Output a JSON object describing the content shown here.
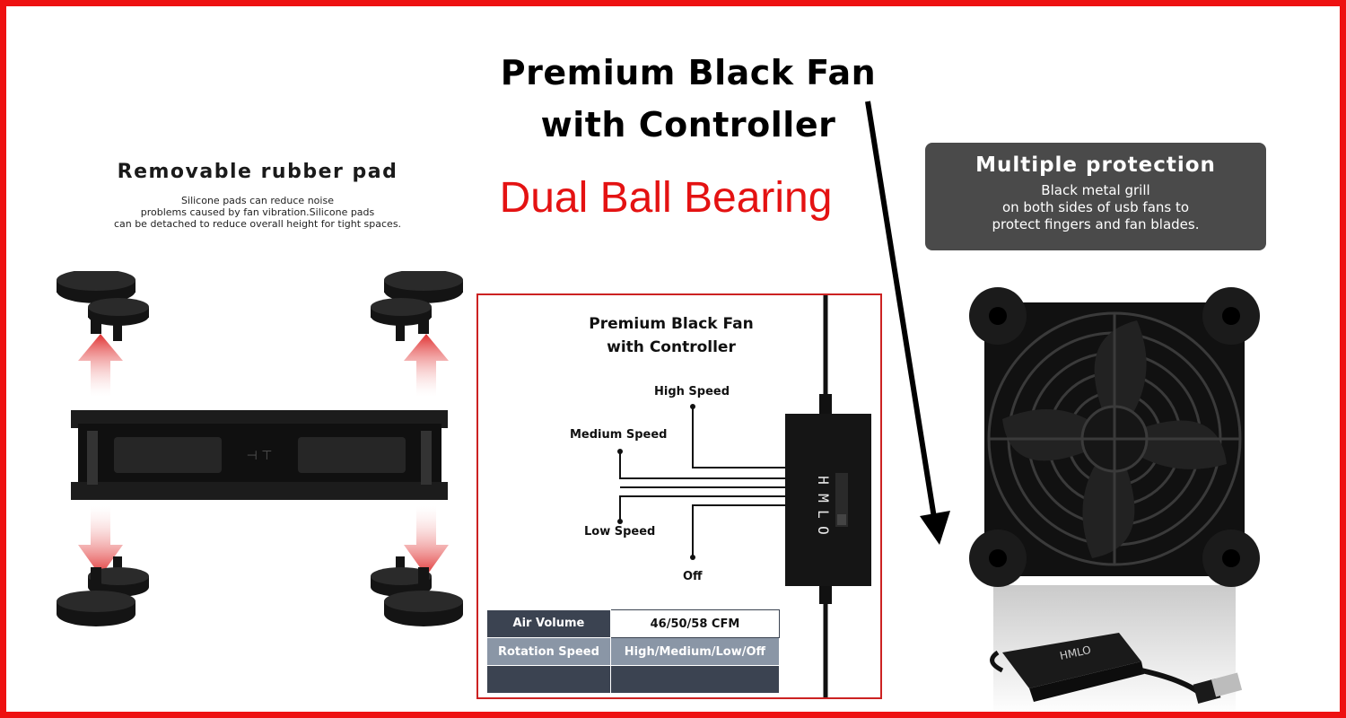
{
  "headline": {
    "line1": "Premium Black Fan",
    "line2": "with Controller"
  },
  "bearing": "Dual Ball Bearing",
  "rubber_pad": {
    "title": "Removable rubber pad",
    "desc_lines": [
      "Silicone pads can reduce noise",
      "problems caused by fan vibration.Silicone pads",
      "can be detached to reduce overall height for tight spaces."
    ]
  },
  "protection": {
    "title": "Multiple protection",
    "desc_lines": [
      "Black metal grill",
      "on both sides of usb fans to",
      "protect fingers and fan blades."
    ]
  },
  "diagram": {
    "title_line1": "Premium Black Fan",
    "title_line2": "with Controller",
    "speeds": {
      "high": "High Speed",
      "medium": "Medium Speed",
      "low": "Low Speed",
      "off": "Off"
    },
    "switch_letters": [
      "H",
      "M",
      "L",
      "O"
    ],
    "table": [
      {
        "label": "Air Volume",
        "value": "46/50/58 CFM"
      },
      {
        "label": "Rotation Speed",
        "value": "High/Medium/Low/Off"
      }
    ]
  },
  "controller_label": "HMLO",
  "colors": {
    "border": "#ee1111",
    "bearing_text": "#e41212",
    "arrow_red": "#e03030",
    "box_gray": "#4a4a4a",
    "table_dark": "#3b4351",
    "table_light": "#8a96a6"
  },
  "icons": [
    "rubber-pad-icon",
    "up-arrow-icon",
    "down-arrow-icon",
    "fan-side-icon",
    "fan-front-icon",
    "usb-controller-icon",
    "pointer-arrow-icon"
  ]
}
